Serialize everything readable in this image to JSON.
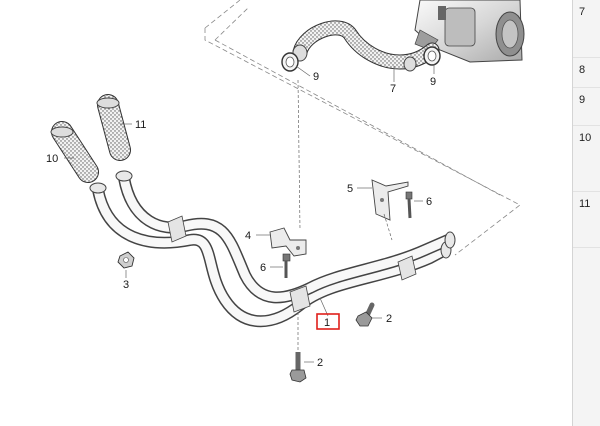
{
  "diagram": {
    "callouts": {
      "hose_top": "7",
      "clip_left": "9",
      "clip_right": "9",
      "hose_11": "11",
      "hose_10": "10",
      "bracket_5": "5",
      "bolt_6_right": "6",
      "bracket_4": "4",
      "bolt_6_left": "6",
      "nut_3": "3",
      "pipe_1": "1",
      "bolt_2_right": "2",
      "bolt_2_bottom": "2"
    },
    "highlight_color": "#e0201b",
    "line_color": "#555555"
  },
  "reference_list": {
    "items": [
      {
        "label": "7"
      },
      {
        "label": "8"
      },
      {
        "label": "9"
      },
      {
        "label": "10"
      },
      {
        "label": "11"
      }
    ]
  }
}
